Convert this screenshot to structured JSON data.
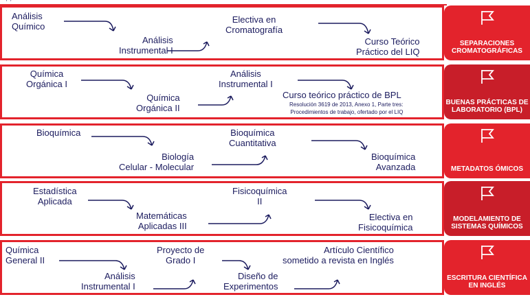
{
  "top_text": ", ,",
  "rows": [
    {
      "badge": {
        "title": "SEPARACIONES CROMATOGRÁFICAS",
        "icon": "flag-icon",
        "color": "#e3232c"
      },
      "nodes": [
        "Análisis\nQuímico",
        "Análisis\nInstrumental I",
        "Electiva en\nCromatografía",
        "Curso Teórico\nPráctico del LIQ"
      ]
    },
    {
      "badge": {
        "title": "BUENAS PRÁCTICAS DE LABORATORIO (BPL)",
        "icon": "flag-icon",
        "color": "#c81e29"
      },
      "nodes": [
        "Química\nOrgánica I",
        "Química\nOrgánica II",
        "Análisis\nInstrumental I",
        "Curso teórico práctico de BPL"
      ],
      "note": "Resolución 3619 de 2013, Anexo 1, Parte tres:\nProcedimientos de trabajo, ofertado por el LIQ"
    },
    {
      "badge": {
        "title": "METADATOS ÓMICOS",
        "icon": "flag-icon",
        "color": "#e3232c"
      },
      "nodes": [
        "Bioquímica",
        "Biología\nCelular - Molecular",
        "Bioquímica\nCuantitativa",
        "Bioquímica\nAvanzada"
      ]
    },
    {
      "badge": {
        "title": "MODELAMIENTO DE SISTEMAS QUÍMICOS",
        "icon": "flag-icon",
        "color": "#c81e29"
      },
      "nodes": [
        "Estadística\nAplicada",
        "Matemáticas\nAplicadas III",
        "Fisicoquímica\nII",
        "Electiva en\nFisicoquímica"
      ]
    },
    {
      "badge": {
        "title": "ESCRITURA CIENTÍFICA EN INGLÉS",
        "icon": "flag-icon",
        "color": "#e3232c"
      },
      "nodes": [
        "Química\nGeneral II",
        "Análisis\nInstrumental I",
        "Proyecto de\nGrado I",
        "Diseño de\nExperimentos",
        "Artículo Científico\nsometido a revista en Inglés"
      ]
    }
  ]
}
